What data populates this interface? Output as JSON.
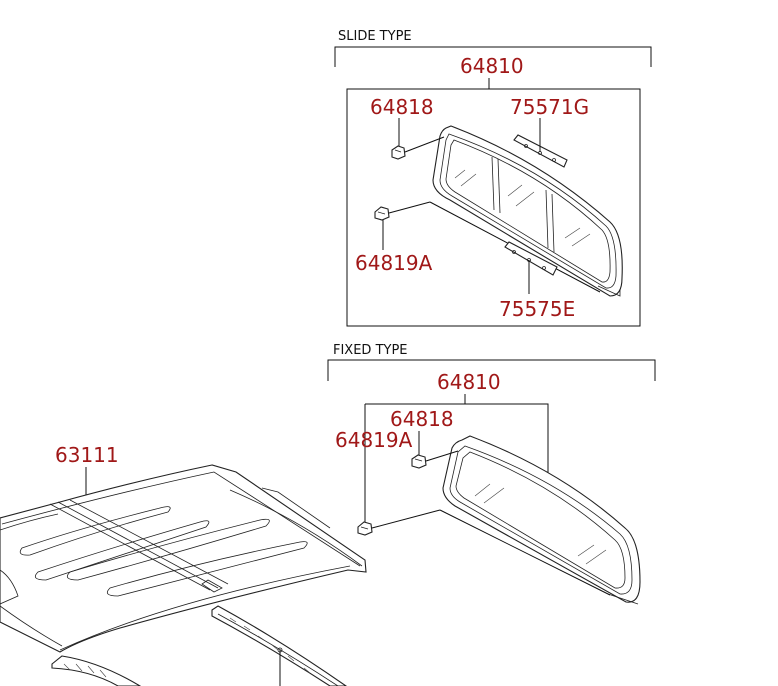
{
  "headings": {
    "slide_type": "SLIDE TYPE",
    "fixed_type": "FIXED TYPE"
  },
  "part_numbers": {
    "slide_assembly": "64810",
    "slide_upper_clip": "64818",
    "slide_upper_strip": "75571G",
    "slide_lower_clip": "64819A",
    "slide_lower_strip": "75575E",
    "fixed_assembly": "64810",
    "fixed_upper_clip": "64818",
    "fixed_lower_clip": "64819A",
    "roof_panel": "63111"
  },
  "colors": {
    "part_number": "#a01818",
    "line": "#111111",
    "background": "#ffffff"
  }
}
